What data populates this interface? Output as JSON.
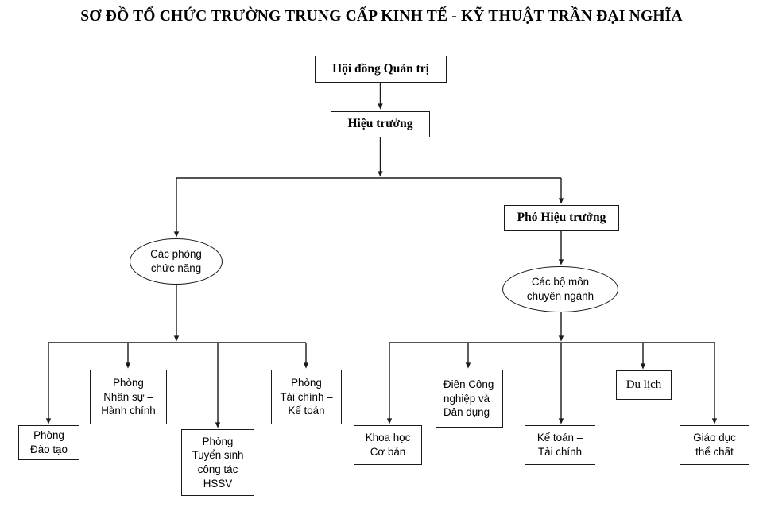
{
  "title": "SƠ ĐỒ TỔ CHỨC TRƯỜNG TRUNG CẤP KINH TẾ - KỸ THUẬT TRẦN ĐẠI NGHĨA",
  "colors": {
    "background": "#ffffff",
    "stroke": "#1a1a1a",
    "text": "#000000"
  },
  "nodes": {
    "board": {
      "label": "Hội đồng Quản trị",
      "shape": "rectangle"
    },
    "principal": {
      "label": "Hiệu trưởng",
      "shape": "rectangle"
    },
    "vice_principal": {
      "label": "Phó Hiệu trưởng",
      "shape": "rectangle"
    },
    "functional_group": {
      "label": "Các phòng\nchức năng",
      "shape": "ellipse"
    },
    "specialist_group": {
      "label": "Các bộ môn\nchuyên ngành",
      "shape": "ellipse"
    }
  },
  "functional_departments": [
    {
      "label": "Phòng\nĐào tạo",
      "shape": "rectangle"
    },
    {
      "label": "Phòng\nNhân sự –\nHành chính",
      "shape": "rectangle"
    },
    {
      "label": "Phòng\nTuyển sinh\ncông tác\nHSSV",
      "shape": "rectangle"
    },
    {
      "label": "Phòng\nTài chính –\nKế toán",
      "shape": "rectangle"
    }
  ],
  "specialist_departments": [
    {
      "label": "Khoa học\nCơ bản",
      "shape": "rectangle"
    },
    {
      "label": "Điện Công\nnghiệp và\nDân dụng",
      "shape": "rectangle"
    },
    {
      "label": "Kế toán –\nTài chính",
      "shape": "rectangle"
    },
    {
      "label": "Du lịch",
      "shape": "rectangle"
    },
    {
      "label": "Giáo dục\nthể chất",
      "shape": "rectangle"
    }
  ]
}
